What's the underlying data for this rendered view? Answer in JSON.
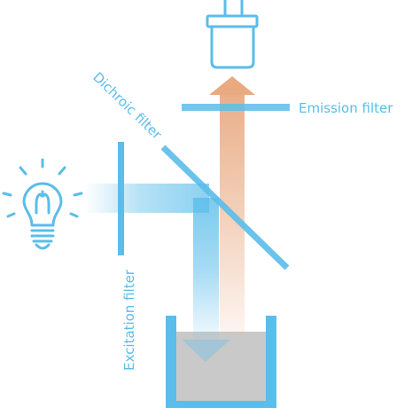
{
  "colors": {
    "blue": "#5bbdea",
    "orange": "#e9aa82",
    "sample_grey": "#c9c9c9",
    "white": "#ffffff"
  },
  "labels": {
    "dichroic": "Dichroic filter",
    "emission": "Emission filter",
    "excitation": "Excitation filter"
  },
  "icons": [
    "light-bulb-icon",
    "camera-detector-icon"
  ]
}
